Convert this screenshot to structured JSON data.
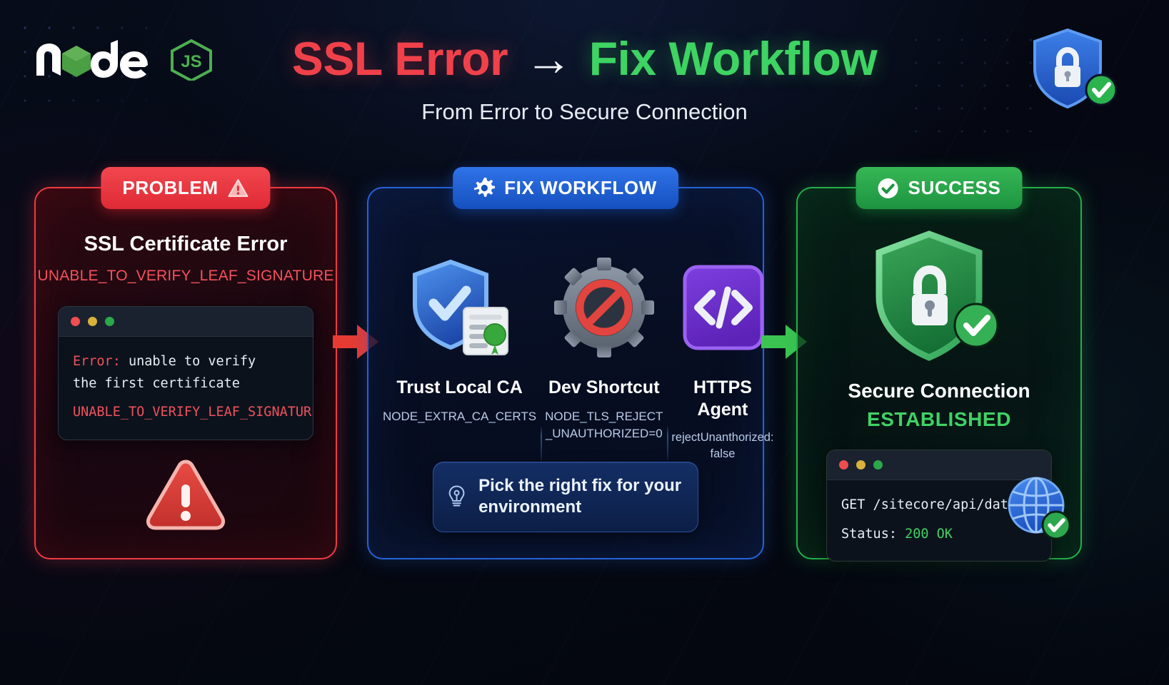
{
  "brand": {
    "logo": "nodejs-logo",
    "name": "node",
    "suffix": "JS"
  },
  "header": {
    "title_error": "SSL Error",
    "title_arrow": "→",
    "title_fix": "Fix Workflow",
    "subtitle": "From Error to Secure Connection"
  },
  "colors": {
    "error_red": "#f0414b",
    "success_green": "#3ed463",
    "fix_blue": "#2563d8",
    "background": "#060a16"
  },
  "problem": {
    "badge_label": "PROBLEM",
    "badge_icon": "warning-triangle-icon",
    "heading": "SSL Certificate Error",
    "code": "UNABLE_TO_VERIFY_LEAF_SIGNATURE",
    "terminal": {
      "line1_label": "Error:",
      "line1_text": " unable to verify",
      "line2": "the first certificate",
      "line3": "UNABLE_TO_VERIFY_LEAF_SIGNATURE"
    },
    "alert_icon": "warning-triangle-icon"
  },
  "fix": {
    "badge_label": "FIX WORKFLOW",
    "badge_icon": "gear-icon",
    "options": [
      {
        "icon": "shield-certificate-icon",
        "name": "Trust Local CA",
        "env": "NODE_EXTRA_CA_CERTS"
      },
      {
        "icon": "gear-blocked-icon",
        "name": "Dev Shortcut",
        "env": "NODE_TLS_REJECT\n_UNAUTHORIZED=0"
      },
      {
        "icon": "code-brackets-icon",
        "name": "HTTPS Agent",
        "env": "rejectUnanthorized:\nfalse"
      }
    ],
    "tip": {
      "icon": "lightbulb-icon",
      "text": "Pick the right fix for your environment"
    }
  },
  "success": {
    "badge_label": "SUCCESS",
    "badge_icon": "check-circle-icon",
    "shield_icon": "shield-lock-icon",
    "heading": "Secure Connection",
    "status": "ESTABLISHED",
    "terminal": {
      "request": "GET /sitecore/api/data",
      "status_label": "Status:",
      "status_value": " 200 OK"
    },
    "globe_icon": "globe-check-icon"
  },
  "connectors": [
    {
      "name": "arrow-problem-to-fix",
      "color": "#e63b32",
      "direction": "right"
    },
    {
      "name": "arrow-fix-to-success",
      "color": "#3cc452",
      "direction": "right"
    }
  ],
  "top_right_icon": "shield-lock-check-icon"
}
